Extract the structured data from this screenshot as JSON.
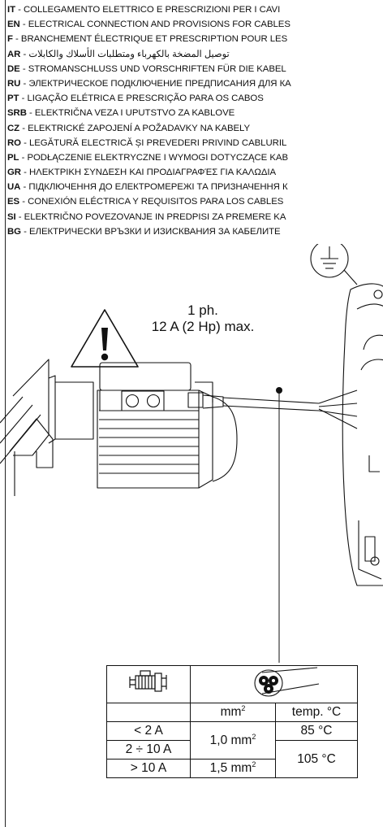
{
  "languages": [
    {
      "code": "IT",
      "text": " - COLLEGAMENTO ELETTRICO E PRESCRIZIONI PER I CAVI"
    },
    {
      "code": "EN",
      "text": " - ELECTRICAL CONNECTION AND PROVISIONS FOR CABLES"
    },
    {
      "code": "F",
      "text": " - BRANCHEMENT ÉLECTRIQUE ET PRESCRIPTION POUR LES"
    },
    {
      "code": "AR",
      "text": " - توصيل المضخة بالكهرباء ومتطلبات الأسلاك والكابلات"
    },
    {
      "code": "DE",
      "text": " - STROMANSCHLUSS UND VORSCHRIFTEN FÜR DIE KABEL"
    },
    {
      "code": "RU",
      "text": " - ЭЛЕКТРИЧЕСКОЕ ПОДКЛЮЧЕНИЕ ПРЕДПИСАНИЯ ДЛЯ КА"
    },
    {
      "code": "PT",
      "text": " - LIGAÇÃO ELÉTRICA E PRESCRIÇÃO PARA OS CABOS"
    },
    {
      "code": "SRB",
      "text": " - ELEKTRIČNA VEZA I UPUTSTVO ZA KABLOVE"
    },
    {
      "code": "CZ",
      "text": " - ELEKTRICKÉ ZAPOJENÍ A POŽADAVKY NA KABELY"
    },
    {
      "code": "RO",
      "text": " - LEGĂTURĂ ELECTRICĂ ȘI PREVEDERI PRIVIND CABLURIL"
    },
    {
      "code": "PL",
      "text": " - PODŁĄCZENIE ELEKTRYCZNE I WYMOGI DOTYCZĄCE KAB"
    },
    {
      "code": "GR",
      "text": " - ΗΛΕΚΤΡΙΚΗ ΣΥΝΔΕΣΗ ΚΑΙ ΠΡΟΔΙΑΓΡΑΦΈΣ ΓΙΑ ΚΑΛΩΔΙΑ"
    },
    {
      "code": "UA",
      "text": " - ПІДКЛЮЧЕННЯ ДО ЕЛЕКТРОМЕРЕЖІ ТА ПРИЗНАЧЕННЯ К"
    },
    {
      "code": "ES",
      "text": " - CONEXIÓN ELÉCTRICA Y REQUISITOS PARA LOS CABLES"
    },
    {
      "code": "SI",
      "text": " - ELEKTRIČNO POVEZOVANJE IN PREDPISI ZA PREMERE KA"
    },
    {
      "code": "BG",
      "text": " - ЕЛЕКТРИЧЕСКИ ВРЪЗКИ И ИЗИСКВАНИЯ ЗА КАБЕЛИТЕ"
    }
  ],
  "spec": {
    "phase": "1 ph.",
    "current": "12 A (2 Hp) max."
  },
  "cable_table": {
    "col_mm": "mm",
    "col_mm_sup": "2",
    "col_temp": "temp. °C",
    "rows": [
      {
        "current": "< 2 A",
        "section": "1,0 mm",
        "section_sup": "2",
        "temp": "85 °C"
      },
      {
        "current": "2 ÷ 10 A",
        "section": "",
        "section_sup": "",
        "temp": "105 °C"
      },
      {
        "current": "> 10 A",
        "section": "1,5 mm",
        "section_sup": "2",
        "temp": ""
      }
    ]
  },
  "icons": {
    "warning": "warning-triangle-icon",
    "ground": "ground-symbol-icon",
    "pump": "pump-icon",
    "cable_cross_section": "cable-section-icon"
  },
  "colors": {
    "ink": "#111111",
    "background": "#ffffff"
  }
}
